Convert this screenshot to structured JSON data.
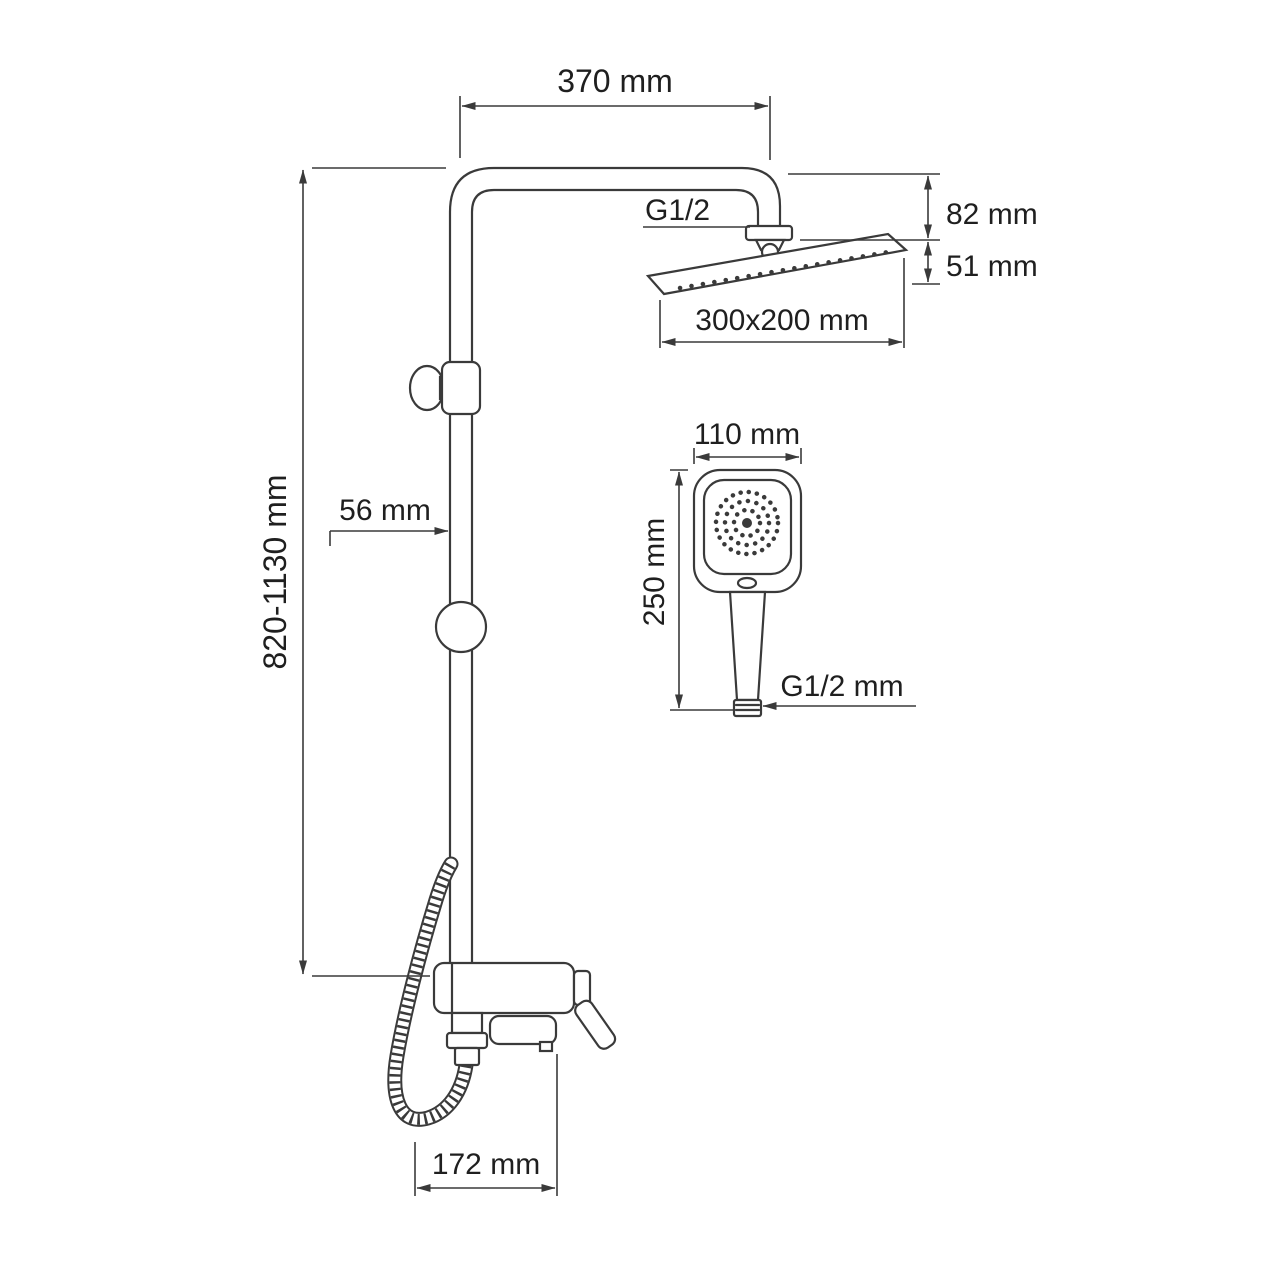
{
  "drawing": {
    "type": "technical-diagram",
    "subject": "shower-column-system-with-rain-head-hand-shower-and-bath-mixer"
  },
  "labels": {
    "top_arm_width": "370 mm",
    "head_drop": "82 mm",
    "head_thickness": "51 mm",
    "head_connector": "G1/2",
    "head_size": "300x200 mm",
    "handshower_width": "110 mm",
    "handshower_height": "250 mm",
    "handshower_connector": "G1/2 mm",
    "bracket_offset": "56 mm",
    "column_height": "820-1130 mm",
    "spout_reach": "172 mm"
  },
  "colors": {
    "line": "#3a3a3a",
    "text": "#1f1f1f",
    "background": "#ffffff"
  }
}
